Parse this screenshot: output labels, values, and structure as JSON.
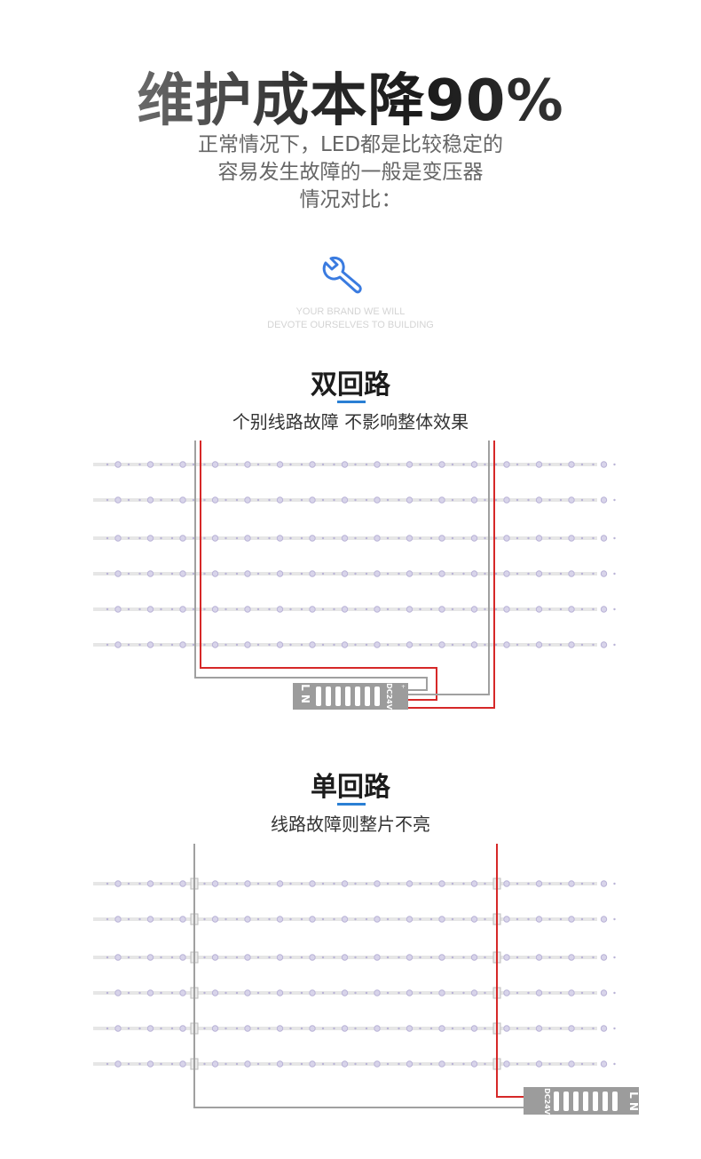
{
  "hero": {
    "title": "维护成本降90%",
    "subtitle_lines": [
      "正常情况下，LED都是比较稳定的",
      "容易发生故障的一般是变压器",
      "情况对比："
    ]
  },
  "icon": {
    "name": "wrench-icon",
    "color": "#3a7be0"
  },
  "brand": {
    "line1": "YOUR BRAND WE WILL",
    "line2": "DEVOTE OURSELVES TO BUILDING"
  },
  "sections": [
    {
      "title": "双回路",
      "subtitle": "个别线路故障 不影响整体效果",
      "driver": {
        "label_left": "L N",
        "label_dc": "DC24V"
      }
    },
    {
      "title": "单回路",
      "subtitle": "线路故障则整片不亮",
      "driver": {
        "label_left": "L N",
        "label_dc": "DC24V"
      }
    }
  ],
  "colors": {
    "accent": "#2a7fd4",
    "positive_wire": "#d62828",
    "negative_wire": "#a0a0a0",
    "strip": "#e6e6e6",
    "led": "#b9b3d6",
    "driver": "#9c9c9c"
  }
}
